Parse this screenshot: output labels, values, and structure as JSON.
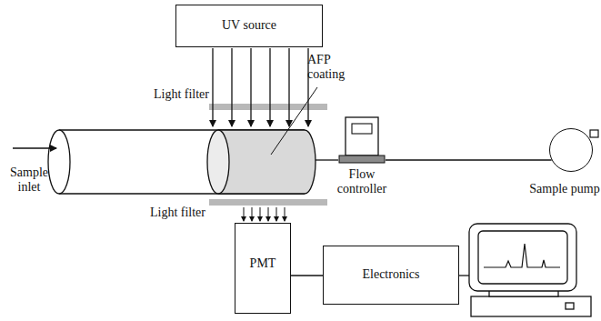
{
  "diagram": {
    "nodes": [
      {
        "text": [
          "UV source"
        ]
      },
      {
        "text": [
          "PMT"
        ]
      },
      {
        "text": [
          "Electronics"
        ]
      },
      {
        "text": [
          "Flow controller"
        ]
      },
      {
        "text": [
          "Sample pump"
        ]
      }
    ],
    "edges": [
      {
        "from": 1,
        "to": 2,
        "arrow": "none"
      },
      {
        "from": 3,
        "to": 4,
        "arrow": "none"
      }
    ],
    "labels": [
      "Light filter",
      "AFP coating",
      "Sample inlet",
      "Light filter"
    ]
  }
}
